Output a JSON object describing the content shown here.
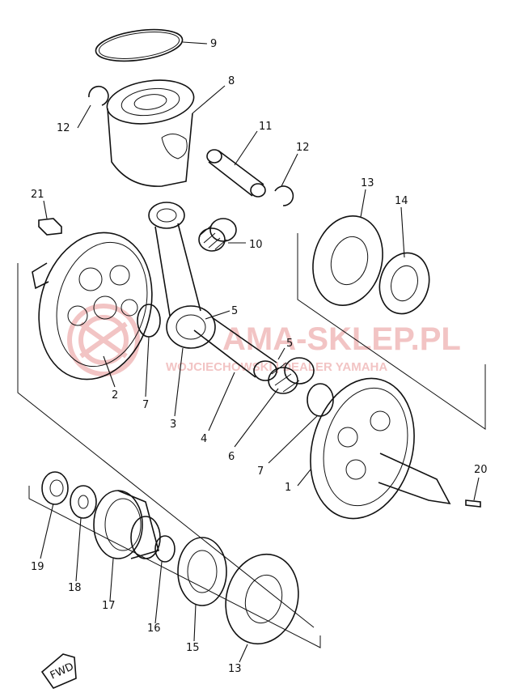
{
  "watermark": {
    "main": "AMA-SKLEP.PL",
    "sub": "WOJCIECHOWSKI | DEALER YAMAHA",
    "color": "#f2c4c4"
  },
  "fwd_label": "FWD",
  "labels": [
    "9",
    "8",
    "12",
    "11",
    "12",
    "21",
    "13",
    "14",
    "10",
    "5",
    "5",
    "2",
    "7",
    "3",
    "4",
    "6",
    "7",
    "1",
    "20",
    "19",
    "18",
    "17",
    "16",
    "15",
    "13"
  ],
  "colors": {
    "ink": "#111111",
    "background": "#ffffff"
  }
}
